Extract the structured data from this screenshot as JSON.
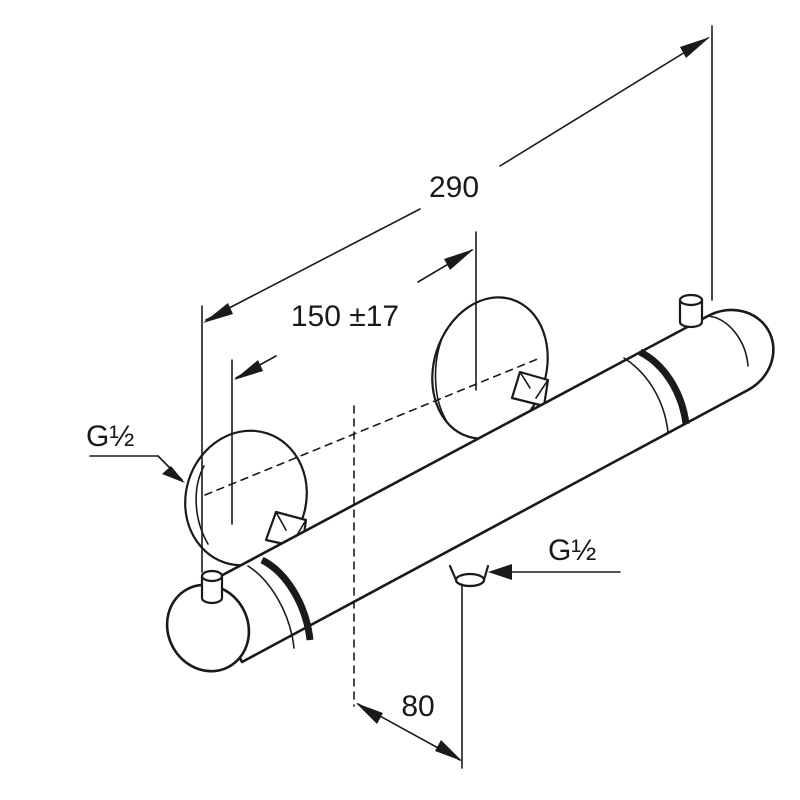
{
  "dimensions": {
    "overall_length": "290",
    "connection_spacing": "150 ±17",
    "outlet_offset": "80"
  },
  "connections": {
    "inlet_label": "G½",
    "outlet_label": "G½"
  }
}
